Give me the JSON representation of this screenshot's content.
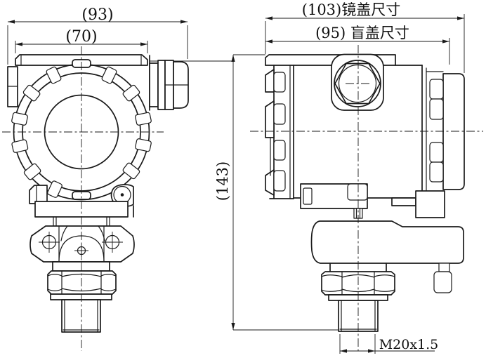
{
  "colors": {
    "background": "#ffffff",
    "line": "#1a1a1a",
    "text": "#111111"
  },
  "drawing_type": "pressure transmitter outline dimension drawing",
  "dimensions": {
    "front_overall_width": "(93)",
    "front_cover_width": "(70)",
    "side_lens_cover_width": "(103)镜盖尺寸",
    "side_blind_cover_width": "(95) 盲盖尺寸",
    "overall_height": "(143)",
    "process_thread": "M20x1.5"
  }
}
